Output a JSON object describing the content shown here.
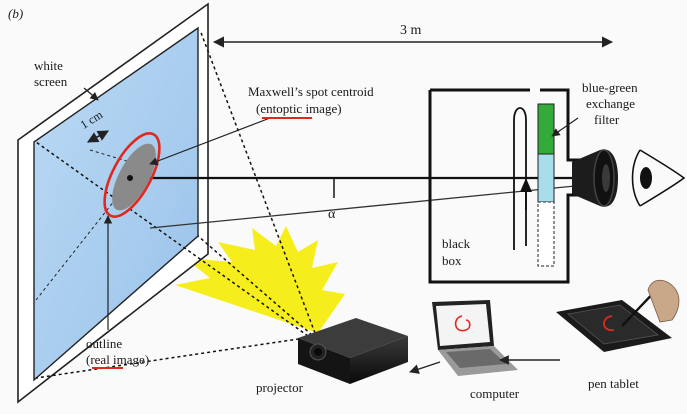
{
  "figure": {
    "panel_label": "(b)",
    "distance_label": "3 m",
    "angle_label": "α",
    "scale_label": "1 cm",
    "labels": {
      "white_screen_line1": "white",
      "white_screen_line2": "screen",
      "spot_line1": "Maxwell’s spot centroid",
      "spot_line2": "(entoptic image)",
      "filter_line1": "blue-green",
      "filter_line2": "exchange",
      "filter_line3": "filter",
      "box_line1": "black",
      "box_line2": "box",
      "outline_line1": "outline",
      "outline_line2": "(real image)",
      "projector": "projector",
      "computer": "computer",
      "pen_tablet": "pen tablet"
    },
    "colors": {
      "screen_fill": "#a9cdf0",
      "outline_red": "#e0281e",
      "spot_grey": "#8a8a8a",
      "filter_green": "#33aa3a",
      "filter_cyan": "#a8ddeb",
      "light_yellow": "#f6ee1c",
      "underline_red": "#e0281e"
    }
  }
}
